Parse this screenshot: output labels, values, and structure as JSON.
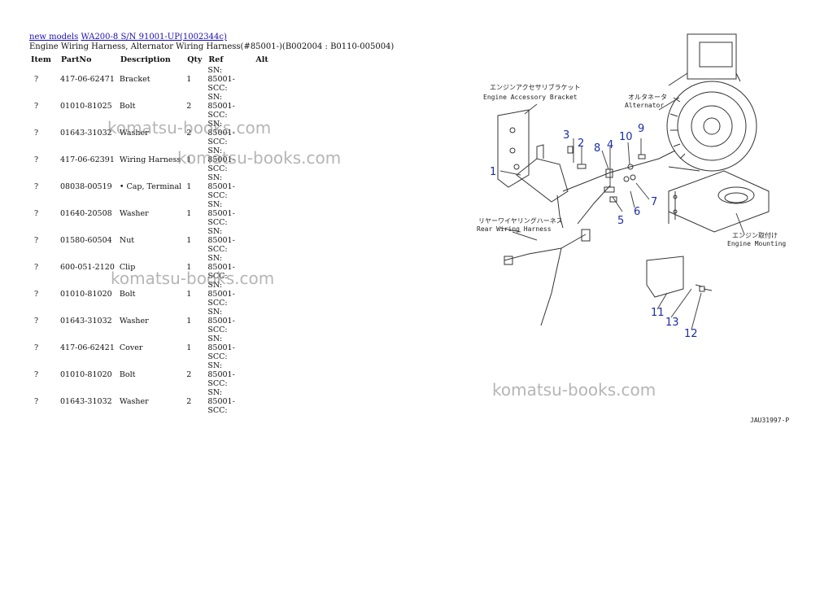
{
  "breadcrumb": {
    "link1": "new models",
    "link2": "WA200-8 S/N  91001-UP(1002344c)"
  },
  "title": "Engine Wiring Harness, Alternator Wiring Harness(#85001-)(B002004 : B0110-005004)",
  "table": {
    "headers": {
      "item": "Item",
      "partno": "PartNo",
      "desc": "Description",
      "qty": "Qty",
      "ref": "Ref",
      "alt": "Alt"
    },
    "rows": [
      {
        "item": "?",
        "partno": "417-06-62471",
        "desc": "Bracket",
        "qty": "1",
        "ref": "SN: 85001-SCC:",
        "alt": ""
      },
      {
        "item": "?",
        "partno": "01010-81025",
        "desc": "Bolt",
        "qty": "2",
        "ref": "SN: 85001-SCC:",
        "alt": ""
      },
      {
        "item": "?",
        "partno": "01643-31032",
        "desc": "Washer",
        "qty": "2",
        "ref": "SN: 85001-SCC:",
        "alt": ""
      },
      {
        "item": "?",
        "partno": "417-06-62391",
        "desc": "Wiring Harness",
        "qty": "1",
        "ref": "SN: 85001-SCC:",
        "alt": ""
      },
      {
        "item": "?",
        "partno": "08038-00519",
        "desc": "• Cap, Terminal",
        "qty": "1",
        "ref": "SN: 85001-SCC:",
        "alt": ""
      },
      {
        "item": "?",
        "partno": "01640-20508",
        "desc": "Washer",
        "qty": "1",
        "ref": "SN: 85001-SCC:",
        "alt": ""
      },
      {
        "item": "?",
        "partno": "01580-60504",
        "desc": "Nut",
        "qty": "1",
        "ref": "SN: 85001-SCC:",
        "alt": ""
      },
      {
        "item": "?",
        "partno": "600-051-2120",
        "desc": "Clip",
        "qty": "1",
        "ref": "SN: 85001-SCC:",
        "alt": ""
      },
      {
        "item": "?",
        "partno": "01010-81020",
        "desc": "Bolt",
        "qty": "1",
        "ref": "SN: 85001-SCC:",
        "alt": ""
      },
      {
        "item": "?",
        "partno": "01643-31032",
        "desc": "Washer",
        "qty": "1",
        "ref": "SN: 85001-SCC:",
        "alt": ""
      },
      {
        "item": "?",
        "partno": "417-06-62421",
        "desc": "Cover",
        "qty": "1",
        "ref": "SN: 85001-SCC:",
        "alt": ""
      },
      {
        "item": "?",
        "partno": "01010-81020",
        "desc": "Bolt",
        "qty": "2",
        "ref": "SN: 85001-SCC:",
        "alt": ""
      },
      {
        "item": "?",
        "partno": "01643-31032",
        "desc": "Washer",
        "qty": "2",
        "ref": "SN: 85001-SCC:",
        "alt": ""
      }
    ]
  },
  "watermarks": [
    "komatsu-books.com",
    "komatsu-books.com",
    "komatsu-books.com",
    "komatsu-books.com"
  ],
  "diagram": {
    "labels": {
      "bracket_jp": "エンジンアクセサリブラケット",
      "bracket_en": "Engine Accessory Bracket",
      "alternator_jp": "オルタネータ",
      "alternator_en": "Alternator",
      "rear_jp": "リヤーワイヤリングハーネス",
      "rear_en": "Rear Wiring Harness",
      "mount_jp": "エンジン取付け",
      "mount_en": "Engine Mounting",
      "code": "JAU31997-P"
    },
    "callouts": [
      "1",
      "2",
      "3",
      "4",
      "5",
      "6",
      "7",
      "8",
      "9",
      "10",
      "11",
      "12",
      "13"
    ],
    "callout_color": "#1a2ea8"
  }
}
